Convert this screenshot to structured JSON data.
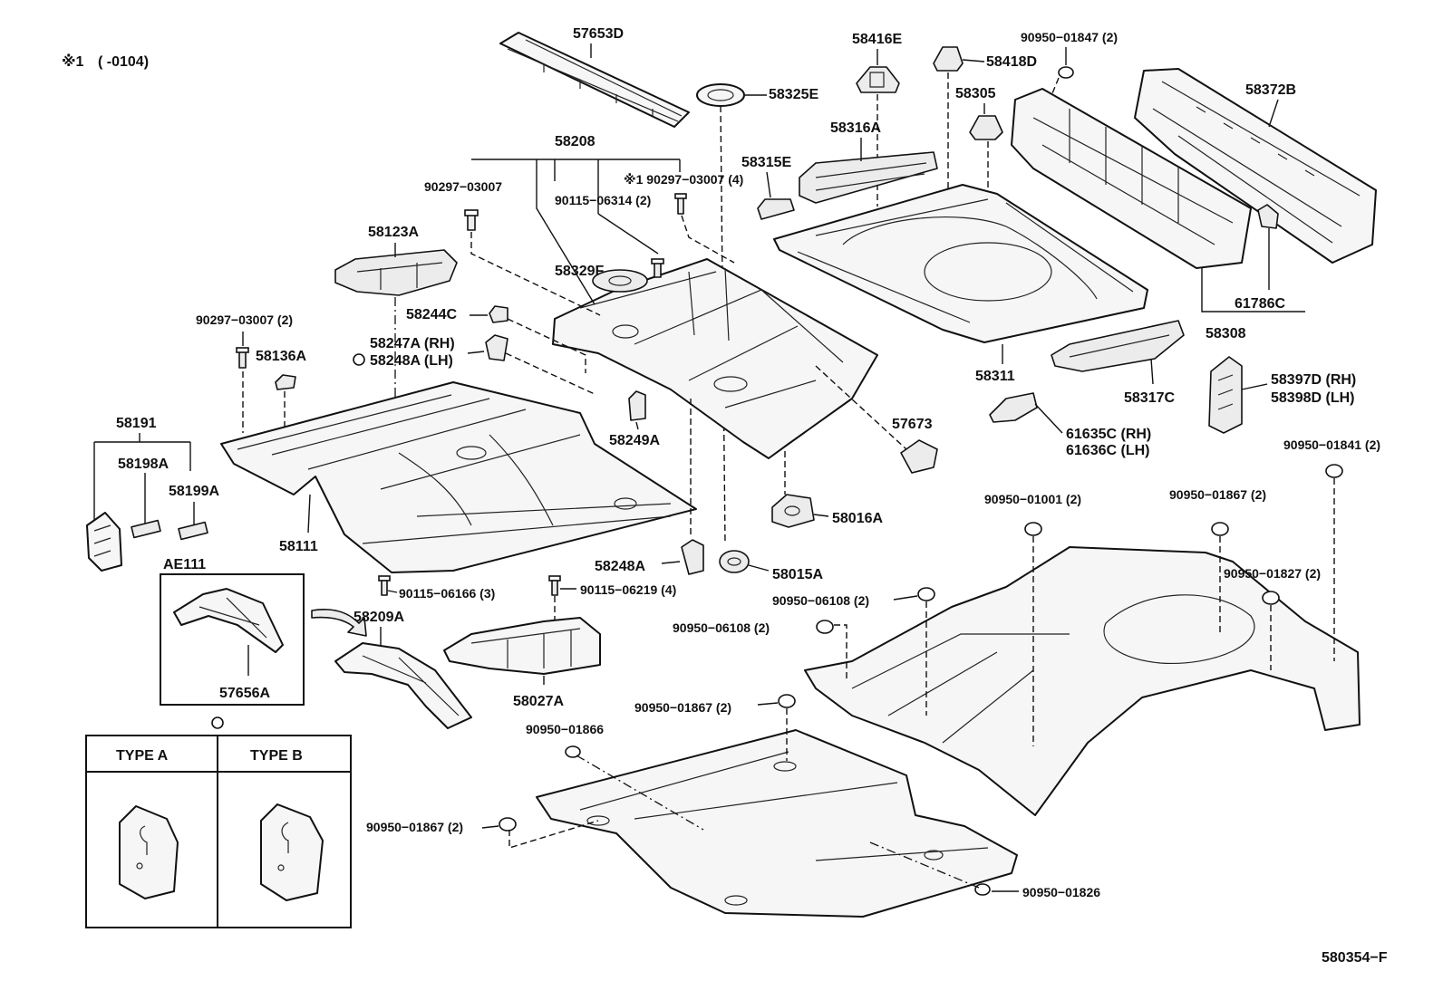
{
  "note": {
    "mark": "※1",
    "text": "(        -0104)"
  },
  "labels": {
    "l57653D": "57653D",
    "l58416E": "58416E",
    "l58418D": "58418D",
    "l90950_01847": "90950−01847 (2)",
    "l58325E": "58325E",
    "l58305": "58305",
    "l58372B": "58372B",
    "l58316A": "58316A",
    "l58208": "58208",
    "l90297_03007a": "90297−03007",
    "l90297_03007b": "※1 90297−03007 (4)",
    "l90115_06314": "90115−06314 (2)",
    "l58315E": "58315E",
    "l58123A": "58123A",
    "l58329F": "58329F",
    "l58244C": "58244C",
    "l90297_03007c": "90297−03007 (2)",
    "l58247A": "58247A (RH)",
    "l58248A_lh": "58248A (LH)",
    "l58136A": "58136A",
    "l58191": "58191",
    "l58198A": "58198A",
    "l58199A": "58199A",
    "l58111": "58111",
    "l58249A": "58249A",
    "l57673": "57673",
    "l58016A": "58016A",
    "l58311": "58311",
    "l58317C": "58317C",
    "l61786C": "61786C",
    "l58308": "58308",
    "l58397D": "58397D (RH)",
    "l58398D": "58398D (LH)",
    "l61635C": "61635C (RH)",
    "l61636C": "61636C (LH)",
    "l90950_01841": "90950−01841 (2)",
    "l90950_01001": "90950−01001 (2)",
    "l90950_01867a": "90950−01867 (2)",
    "l90950_01827": "90950−01827 (2)",
    "l58248A": "58248A",
    "l58015A": "58015A",
    "l90115_06166": "90115−06166 (3)",
    "l90115_06219": "90115−06219 (4)",
    "l90950_06108a": "90950−06108 (2)",
    "l90950_06108b": "90950−06108 (2)",
    "lAE111": "AE111",
    "l58209A": "58209A",
    "l57656A": "57656A",
    "l58027A": "58027A",
    "l90950_01867b": "90950−01867 (2)",
    "l90950_01866": "90950−01866",
    "l90950_01867c": "90950−01867 (2)",
    "l90950_01826": "90950−01826",
    "diagram_id": "580354−F"
  },
  "type_table": {
    "type_a": "TYPE A",
    "type_b": "TYPE B"
  }
}
